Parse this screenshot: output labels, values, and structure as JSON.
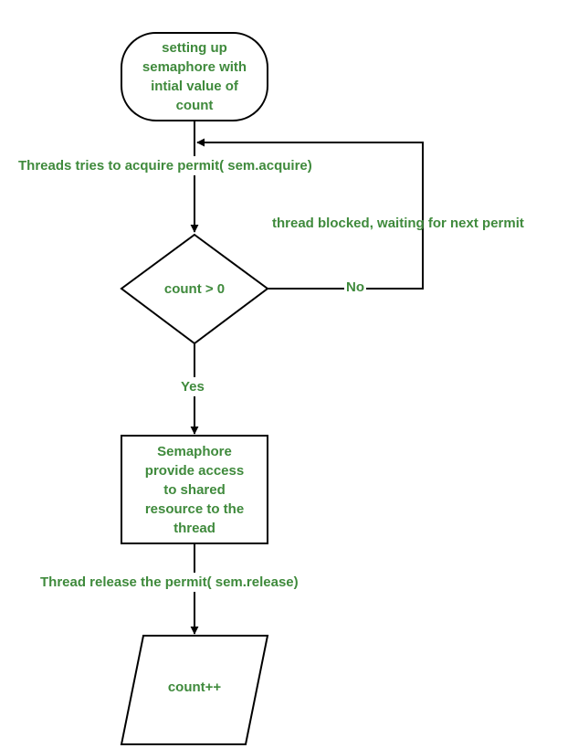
{
  "colors": {
    "text": "#3f8a3c",
    "stroke": "#000000",
    "background": "#ffffff"
  },
  "nodes": {
    "start": "setting up\nsemaphore with\nintial value of\ncount",
    "decision": "count > 0",
    "access": "Semaphore\nprovide access\nto shared\nresource to the\nthread",
    "increment": "count++"
  },
  "edges": {
    "acquire": "Threads tries to acquire permit( sem.acquire)",
    "blocked": "thread blocked, waiting for next permit",
    "no": "No",
    "yes": "Yes",
    "release": "Thread release the permit( sem.release)"
  }
}
